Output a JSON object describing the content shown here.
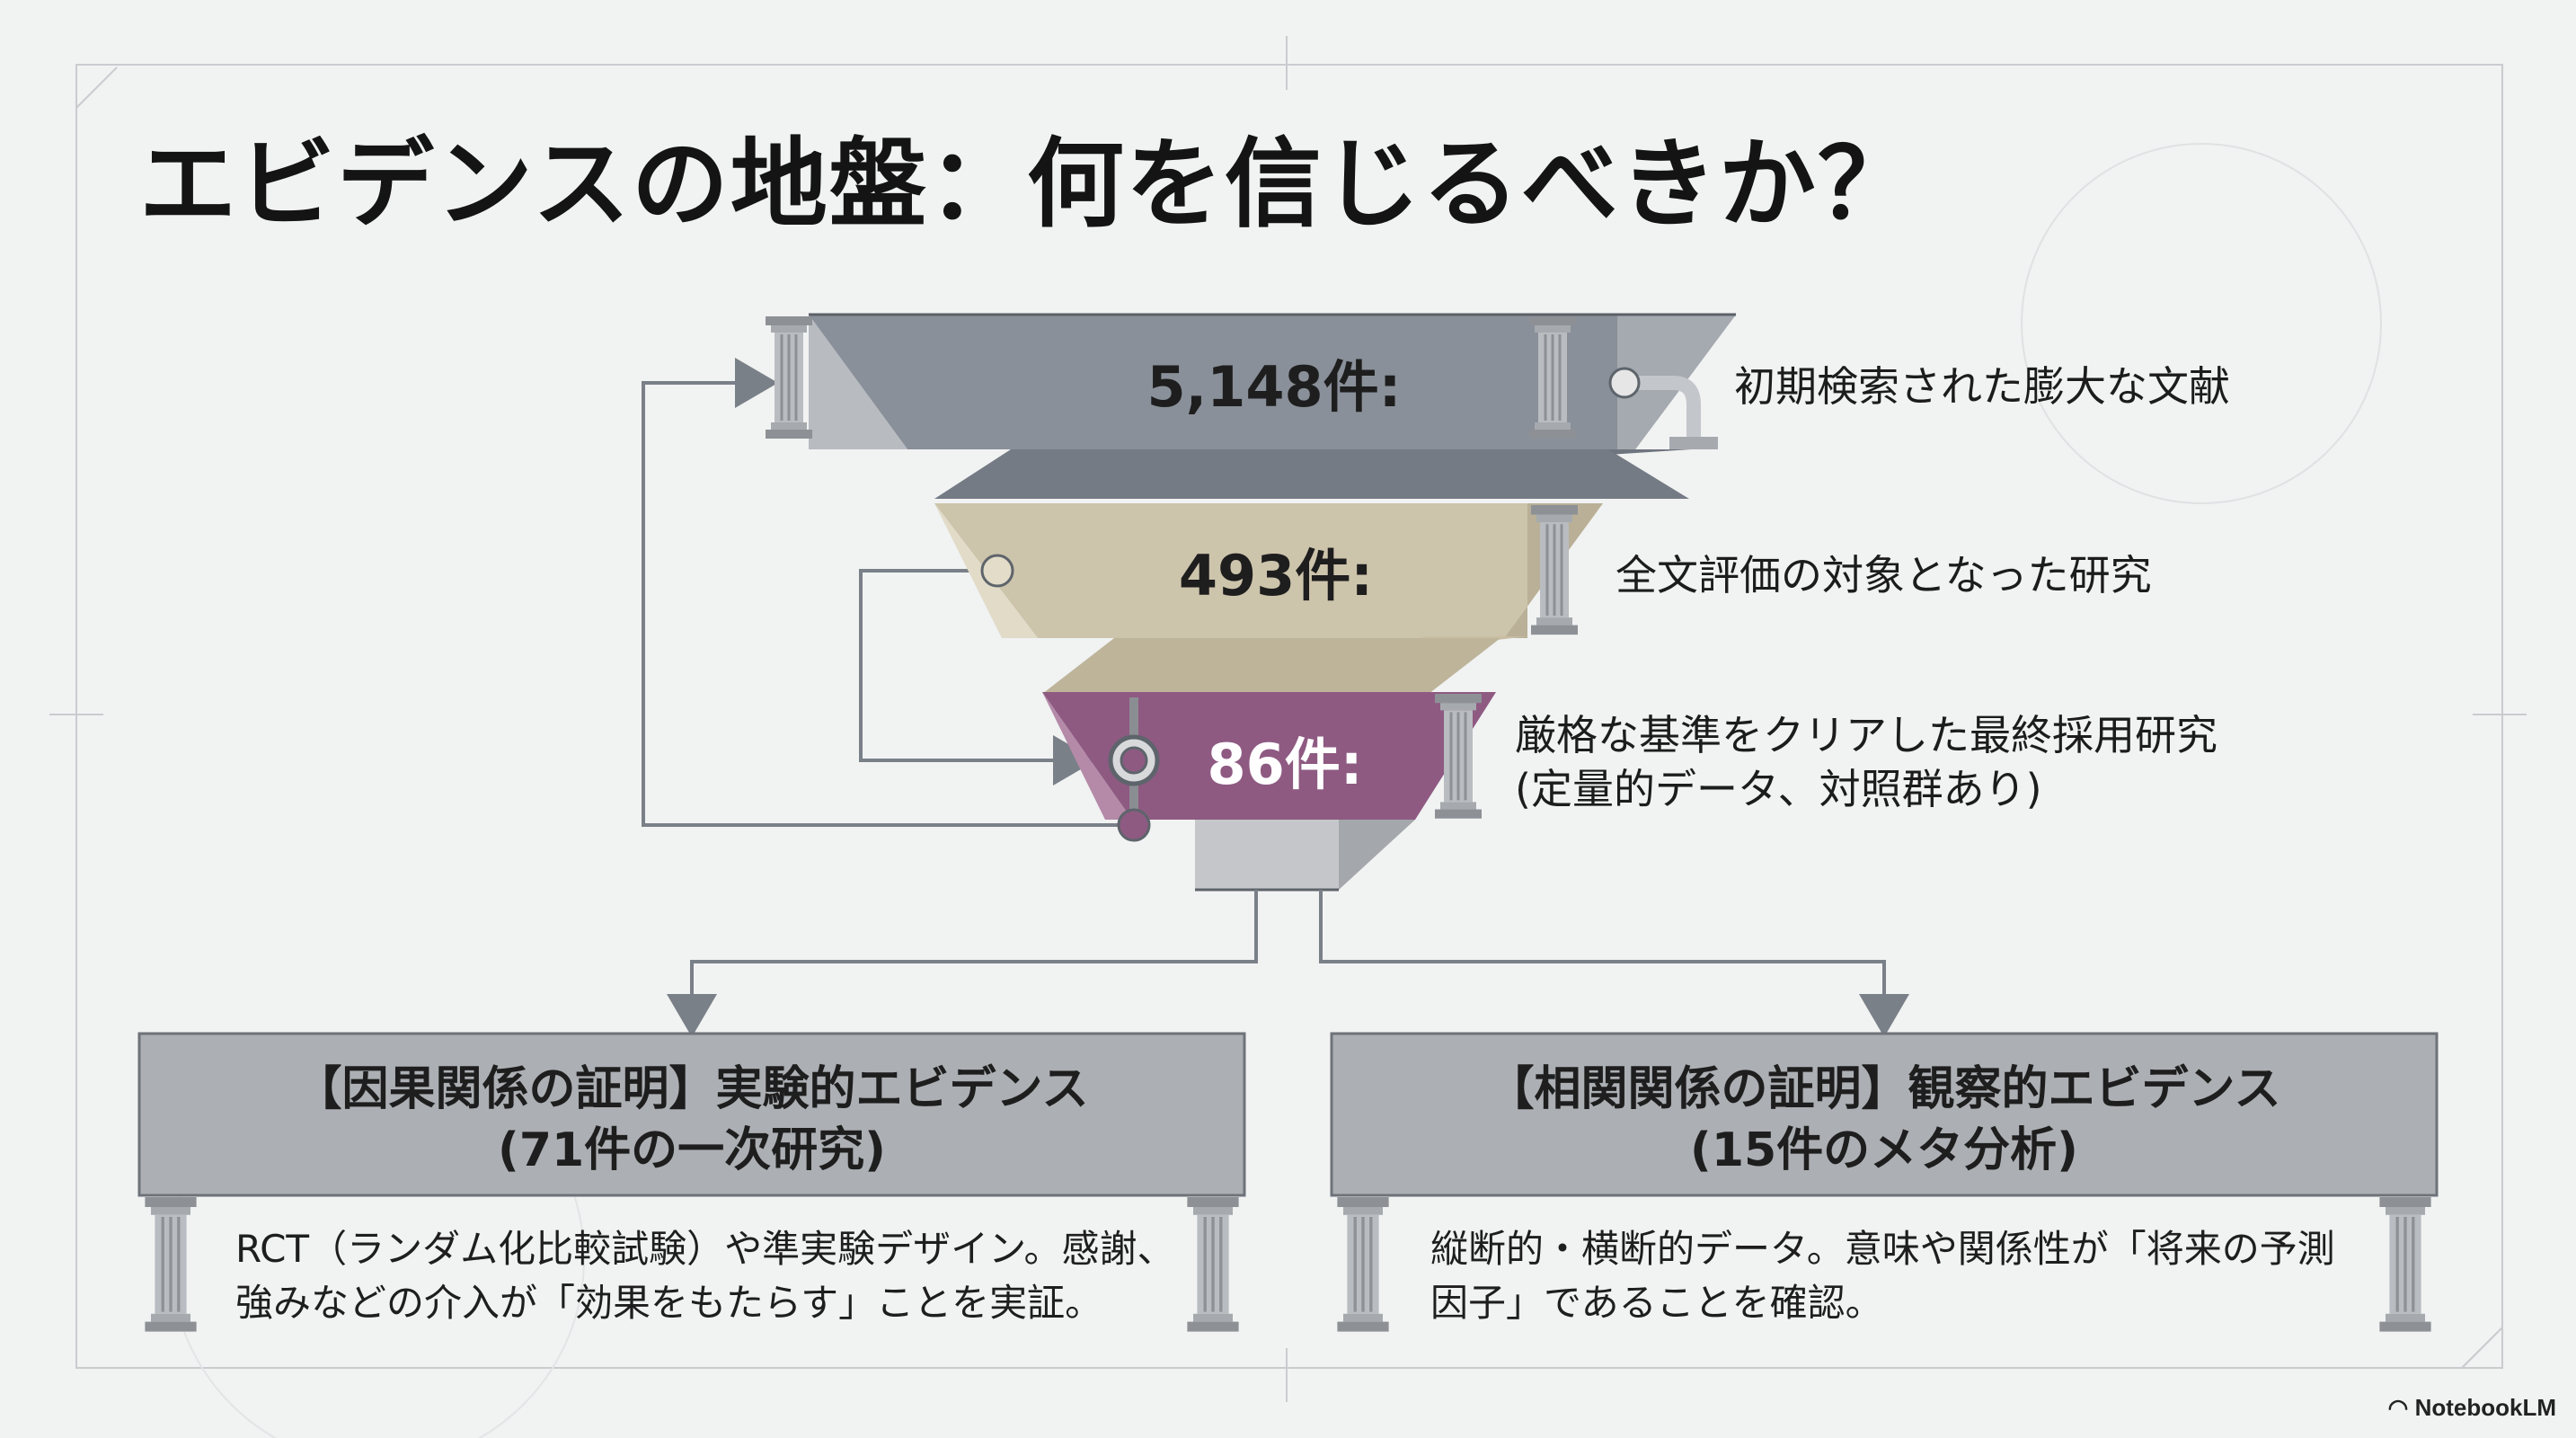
{
  "title": "エビデンスの地盤：何を信じるべきか？",
  "funnel": [
    {
      "count": "5,148件:",
      "description": "初期検索された膨大な文献",
      "color": "#8a9099"
    },
    {
      "count": "493件:",
      "description": "全文評価の対象となった研究",
      "color": "#cdc4ac"
    },
    {
      "count": "86件:",
      "description_lines": [
        "厳格な基準をクリアした最終採用研究",
        "(定量的データ、対照群あり)"
      ],
      "color": "#8e5a82"
    }
  ],
  "boxes": [
    {
      "title_lines": [
        "【因果関係の証明】実験的エビデンス",
        "(71件の一次研究)"
      ],
      "body_lines": [
        "RCT（ランダム化比較試験）や準実験デザイン。感謝、",
        "強みなどの介入が「効果をもたらす」ことを実証。"
      ]
    },
    {
      "title_lines": [
        "【相関関係の証明】観察的エビデンス",
        "(15件のメタ分析)"
      ],
      "body_lines": [
        "縦断的・横断的データ。意味や関係性が「将来の予測",
        "因子」であることを確認。"
      ]
    }
  ],
  "brand": "NotebookLM",
  "colors": {
    "slab": "#8a9099",
    "slab_dark": "#6f757e",
    "beige": "#cdc4ac",
    "purple": "#8e5a82",
    "column": "#b5b8bc",
    "box": "#acafb3",
    "line": "#7a8088"
  },
  "icons": [
    "column-icon",
    "pipe-icon",
    "valve-icon",
    "arrow-icon",
    "notebook-logo-icon"
  ]
}
